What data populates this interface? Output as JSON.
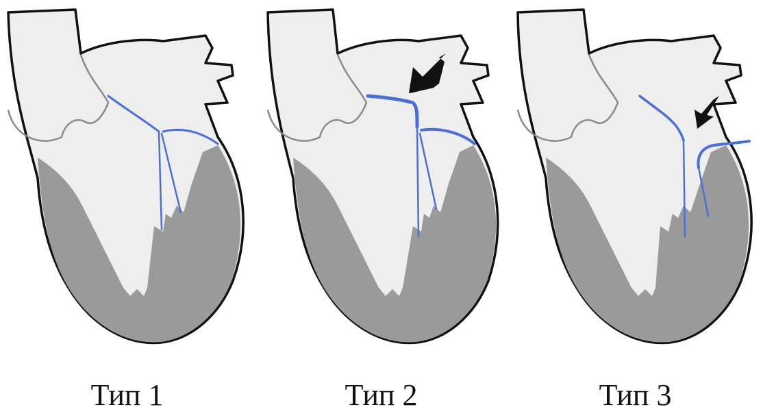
{
  "panels": [
    {
      "label": "Тип 1",
      "arrow": false,
      "variant": "full"
    },
    {
      "label": "Тип 2",
      "arrow": true,
      "variant": "thick-his"
    },
    {
      "label": "Тип 3",
      "arrow": true,
      "variant": "interrupted"
    }
  ],
  "colors": {
    "outline": "#111111",
    "wall_light": "#eeeeee",
    "wall_dark": "#9a9a9a",
    "conduction": "#4a6fd6",
    "arrow": "#111111"
  }
}
